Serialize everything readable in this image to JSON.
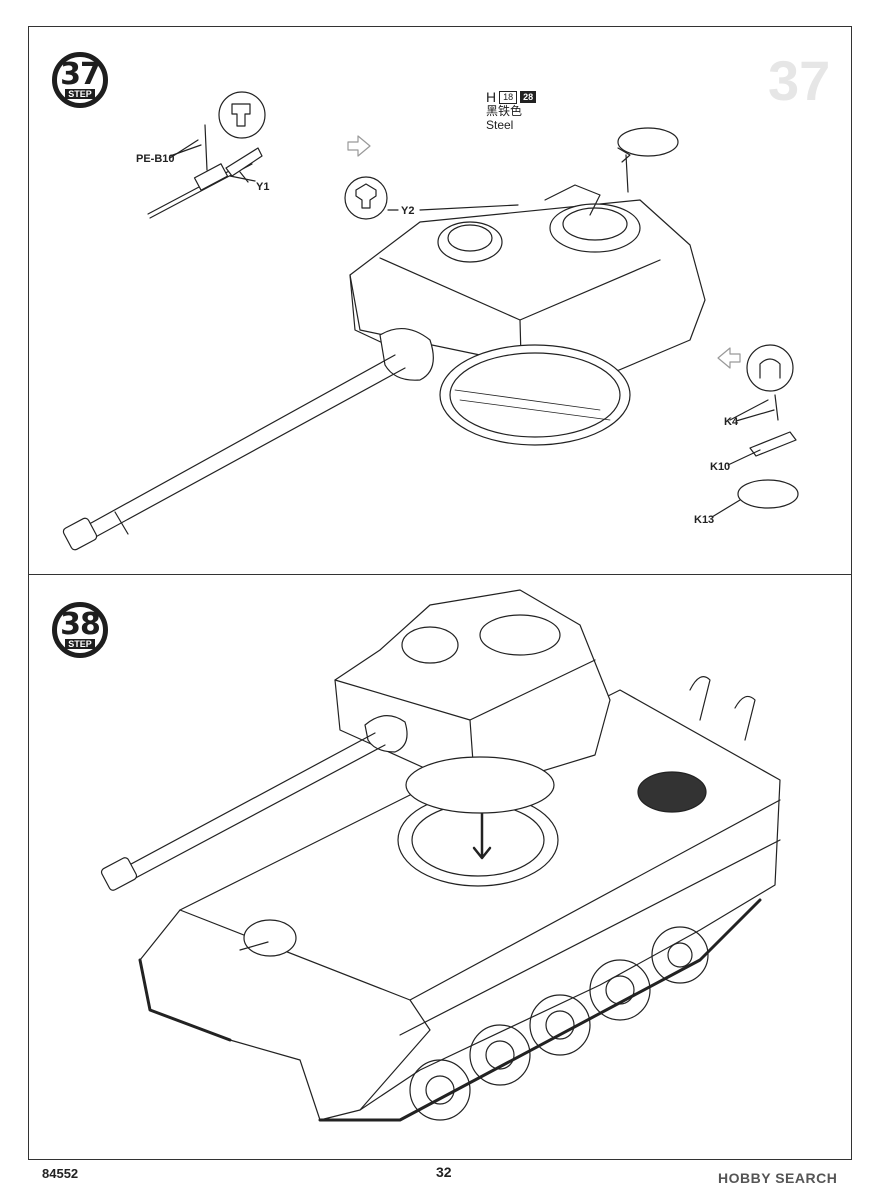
{
  "page": {
    "code": "84552",
    "number": "32"
  },
  "watermark": "HOBBY SEARCH",
  "steps": [
    {
      "number": "37",
      "label": "STEP",
      "parts": {
        "pe": "PE-B10",
        "y1": "Y1",
        "y2": "Y2",
        "k4": "K4",
        "k10": "K10",
        "k13": "K13"
      },
      "paint": {
        "code": "H",
        "box1": "18",
        "box2": "28",
        "name_cn": "黑铁色",
        "name_en": "Steel"
      }
    },
    {
      "number": "38",
      "label": "STEP"
    }
  ]
}
